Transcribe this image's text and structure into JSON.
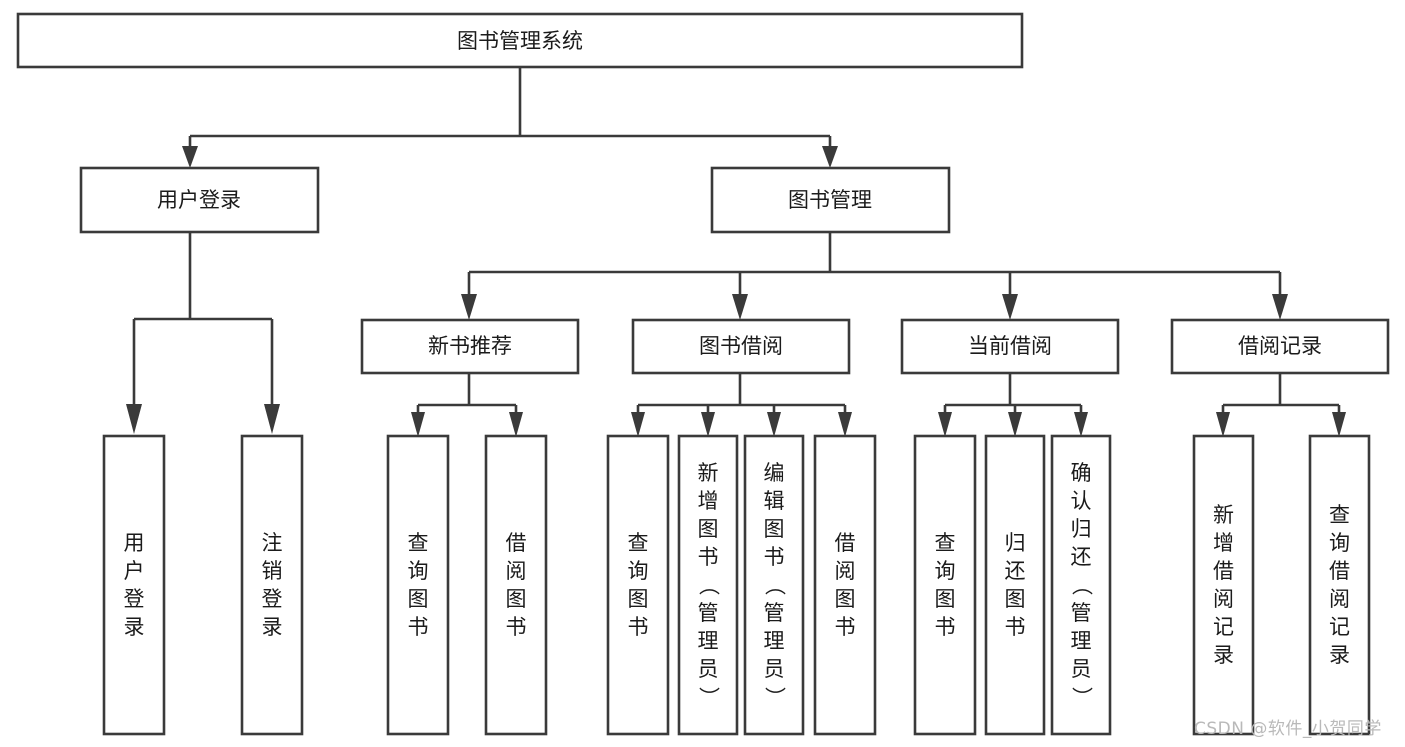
{
  "diagram": {
    "title": "图书管理系统",
    "type": "tree-hierarchy-diagram",
    "colors": {
      "box_stroke": "#3a3a3a",
      "box_fill": "#ffffff",
      "text": "#1b1b1b",
      "background": "#ffffff",
      "watermark": "#b9b9b9"
    },
    "root": {
      "label": "图书管理系统"
    },
    "level2": [
      {
        "id": "user-login",
        "label": "用户登录"
      },
      {
        "id": "book-management",
        "label": "图书管理"
      }
    ],
    "level3": [
      {
        "id": "new-book-recommend",
        "label": "新书推荐"
      },
      {
        "id": "book-borrow",
        "label": "图书借阅"
      },
      {
        "id": "current-borrow",
        "label": "当前借阅"
      },
      {
        "id": "borrow-record",
        "label": "借阅记录"
      }
    ],
    "leaves": [
      {
        "id": "leaf-user-login",
        "parent": "user-login",
        "chars": [
          "用",
          "户",
          "登",
          "录"
        ]
      },
      {
        "id": "leaf-user-logout",
        "parent": "user-login",
        "chars": [
          "注",
          "销",
          "登",
          "录"
        ]
      },
      {
        "id": "leaf-query-book-1",
        "parent": "new-book-recommend",
        "chars": [
          "查",
          "询",
          "图",
          "书"
        ]
      },
      {
        "id": "leaf-borrow-book-1",
        "parent": "new-book-recommend",
        "chars": [
          "借",
          "阅",
          "图",
          "书"
        ]
      },
      {
        "id": "leaf-query-book-2",
        "parent": "book-borrow",
        "chars": [
          "查",
          "询",
          "图",
          "书"
        ]
      },
      {
        "id": "leaf-add-book-admin",
        "parent": "book-borrow",
        "chars": [
          "新",
          "增",
          "图",
          "书",
          "（",
          "管",
          "理",
          "员",
          "）"
        ]
      },
      {
        "id": "leaf-edit-book-admin",
        "parent": "book-borrow",
        "chars": [
          "编",
          "辑",
          "图",
          "书",
          "（",
          "管",
          "理",
          "员",
          "）"
        ]
      },
      {
        "id": "leaf-borrow-book-2",
        "parent": "book-borrow",
        "chars": [
          "借",
          "阅",
          "图",
          "书"
        ]
      },
      {
        "id": "leaf-query-book-3",
        "parent": "current-borrow",
        "chars": [
          "查",
          "询",
          "图",
          "书"
        ]
      },
      {
        "id": "leaf-return-book",
        "parent": "current-borrow",
        "chars": [
          "归",
          "还",
          "图",
          "书"
        ]
      },
      {
        "id": "leaf-confirm-return-admin",
        "parent": "current-borrow",
        "chars": [
          "确",
          "认",
          "归",
          "还",
          "（",
          "管",
          "理",
          "员",
          "）"
        ]
      },
      {
        "id": "leaf-add-borrow-record",
        "parent": "borrow-record",
        "chars": [
          "新",
          "增",
          "借",
          "阅",
          "记",
          "录"
        ]
      },
      {
        "id": "leaf-query-borrow-record",
        "parent": "borrow-record",
        "chars": [
          "查",
          "询",
          "借",
          "阅",
          "记",
          "录"
        ]
      }
    ]
  },
  "watermark": {
    "text": "CSDN @软件_小贺同学"
  }
}
